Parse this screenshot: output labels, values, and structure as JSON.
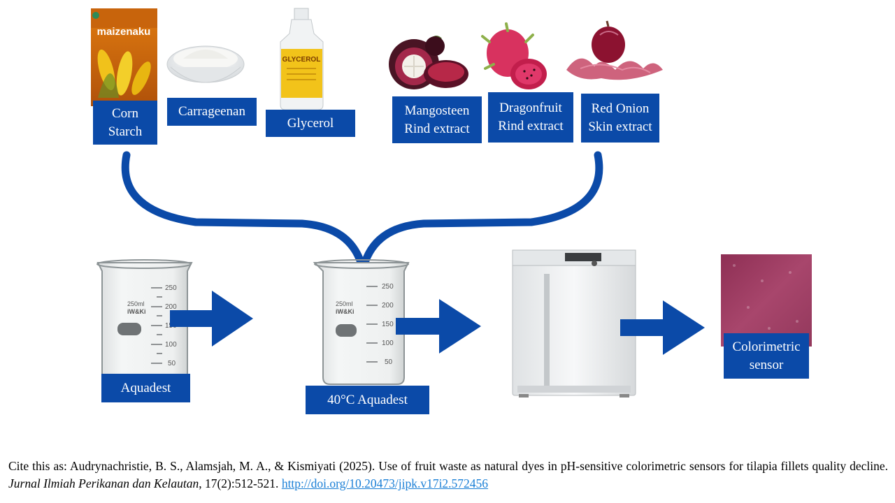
{
  "ingredients": {
    "corn_starch": [
      "Corn",
      "Starch"
    ],
    "carrageenan": [
      "Carrageenan"
    ],
    "glycerol": [
      "Glycerol"
    ],
    "mangosteen": [
      "Mangosteen",
      "Rind extract"
    ],
    "dragonfruit": [
      "Dragonfruit",
      "Rind extract"
    ],
    "red_onion": [
      "Red Onion",
      "Skin extract"
    ]
  },
  "product_labels": {
    "maizenaku": "maizenaku",
    "glycerol_bottle": "GLYCEROL"
  },
  "steps": {
    "aquadest": "Aquadest",
    "aquadest_40": "40°C Aquadest",
    "sensor": [
      "Colorimetric",
      "sensor"
    ]
  },
  "beaker_marks": [
    "250",
    "200",
    "150",
    "100",
    "50"
  ],
  "beaker_brand": [
    "250ml",
    "iW&Ki"
  ],
  "citation": {
    "prefix": "Cite this as: Audrynachristie, B. S., Alamsjah, M. A., & Kismiyati (2025). Use of fruit waste as natural dyes in pH-sensitive colorimetric sensors for tilapia fillets quality decline.",
    "journal": "Jurnal Ilmiah Perikanan dan Kelautan",
    "volume": ", 17(2):512-521.",
    "doi": "http://doi.org/10.20473/jipk.v17i2.572456"
  },
  "colors": {
    "label_bg": "#0b4aa8",
    "arrow": "#0b4aa8",
    "link": "#1a7fd6",
    "sensor": "#9c3a5e"
  }
}
